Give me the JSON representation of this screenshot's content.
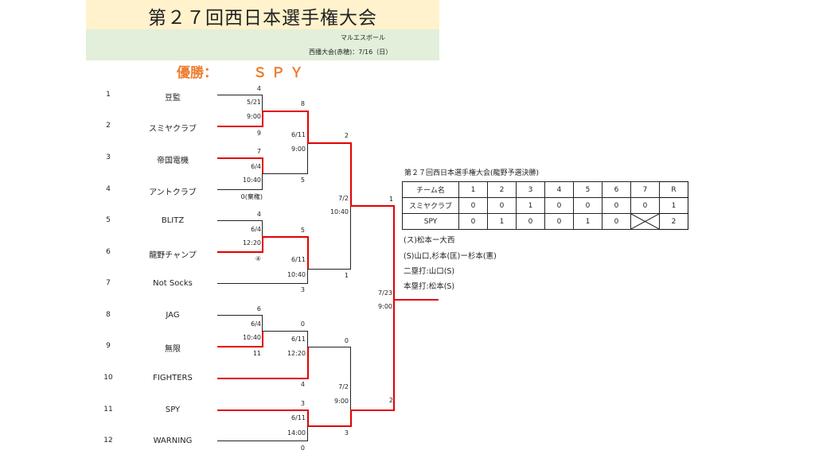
{
  "header": {
    "title": "第２７回西日本選手権大会",
    "sub1": "マルエスボール",
    "sub2": "西播大会(赤穂)：7/16（日）"
  },
  "winner": {
    "label": "優勝：",
    "name": "ＳＰＹ"
  },
  "teams": [
    {
      "seed": "1",
      "name": "豆監"
    },
    {
      "seed": "2",
      "name": "スミヤクラブ"
    },
    {
      "seed": "3",
      "name": "帝国電機"
    },
    {
      "seed": "4",
      "name": "アントクラブ"
    },
    {
      "seed": "5",
      "name": "BLITZ"
    },
    {
      "seed": "6",
      "name": "龍野チャンプ"
    },
    {
      "seed": "7",
      "name": "Not Socks"
    },
    {
      "seed": "8",
      "name": "JAG"
    },
    {
      "seed": "9",
      "name": "無限"
    },
    {
      "seed": "10",
      "name": "FIGHTERS"
    },
    {
      "seed": "11",
      "name": "SPY"
    },
    {
      "seed": "12",
      "name": "WARNING"
    }
  ],
  "bracket": {
    "r1_m1": {
      "date": "5/21",
      "time": "9:00",
      "score_top": "4",
      "score_bottom": "9"
    },
    "r1_m2": {
      "date": "6/4",
      "time": "10:40",
      "score_top": "7",
      "score_bottom": "0(棄権)"
    },
    "r1_m3": {
      "date": "6/4",
      "time": "12:20",
      "score_top": "4",
      "score_bottom": "④"
    },
    "r1_m4": {
      "date": "6/4",
      "time": "10:40",
      "score_top": "6",
      "score_bottom": "11"
    },
    "r2_m1": {
      "date": "6/11",
      "time": "9:00",
      "score_top": "8",
      "score_bottom": "5"
    },
    "r2_m2": {
      "date": "6/11",
      "time": "10:40",
      "score_top": "5",
      "score_bottom": "3"
    },
    "r2_m3": {
      "date": "6/11",
      "time": "12:20",
      "score_top": "0",
      "score_bottom": "4"
    },
    "r2_m4": {
      "date": "6/11",
      "time": "14:00",
      "score_top": "3",
      "score_bottom": "0"
    },
    "sf_m1": {
      "date": "7/2",
      "time": "10:40",
      "score_top": "2",
      "score_bottom": "1"
    },
    "sf_m2": {
      "date": "7/2",
      "time": "9:00",
      "score_top": "0",
      "score_bottom": "3"
    },
    "final": {
      "date": "7/23",
      "time": "9:00",
      "score_top": "1",
      "score_bottom": "2"
    }
  },
  "scoreboard": {
    "title": "第２７回西日本選手権大会(龍野予選決勝)",
    "header": [
      "チーム名",
      "1",
      "2",
      "3",
      "4",
      "5",
      "6",
      "7",
      "R"
    ],
    "rows": [
      [
        "スミヤクラブ",
        "0",
        "0",
        "1",
        "0",
        "0",
        "0",
        "0",
        "1"
      ],
      [
        "SPY",
        "0",
        "1",
        "0",
        "0",
        "1",
        "0",
        "",
        "2"
      ]
    ]
  },
  "notes": [
    "(ス)松本ー大西",
    "(S)山口,杉本(匡)ー杉本(憲)",
    "二塁打:山口(S)",
    "本塁打:松本(S)"
  ]
}
